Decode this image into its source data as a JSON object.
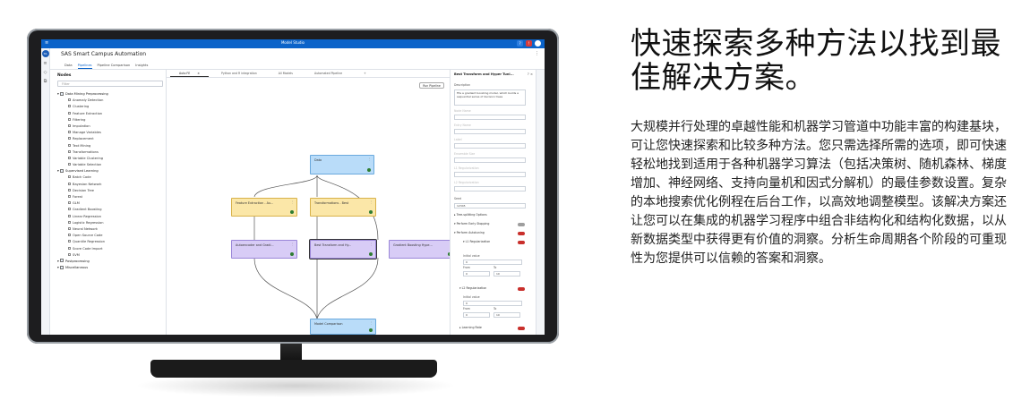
{
  "heading": "快速探索多种方法以找到最佳解决方案。",
  "body": "大规模并行处理的卓越性能和机器学习管道中功能丰富的构建基块，可让您快速探索和比较多种方法。您只需选择所需的选项，即可快速轻松地找到适用于各种机器学习算法（包括决策树、随机森林、梯度增加、神经网络、支持向量机和因式分解机）的最佳参数设置。复杂的本地搜索优化例程在后台工作，以高效地调整模型。该解决方案还让您可以在集成的机器学习程序中组合非结构化和结构化数据，以从新数据类型中获得更有价值的洞察。分析生命周期各个阶段的可重现性为您提供可以信赖的答案和洞察。",
  "app": {
    "window_title": "Model Studio",
    "menu_glyph": "≡",
    "project_title": "SAS Smart Campus Automation",
    "more_glyph": "⋮",
    "avatar": "SS",
    "top_icons": [
      "?",
      "!",
      "●"
    ],
    "rail_icons": [
      "≡",
      "◇",
      "⧉"
    ],
    "tabs": [
      {
        "label": "Data",
        "active": false
      },
      {
        "label": "Pipelines",
        "active": true
      },
      {
        "label": "Pipeline Comparison",
        "active": false
      },
      {
        "label": "Insights",
        "active": false
      }
    ]
  },
  "nodes_panel": {
    "title": "Nodes",
    "search_placeholder": "Filter",
    "groups": [
      {
        "label": "Data Mining Preprocessing",
        "items": [
          "Anomaly Detection",
          "Clustering",
          "Feature Extraction",
          "Filtering",
          "Imputation",
          "Manage Variables",
          "Replacement",
          "Text Mining",
          "Transformations",
          "Variable Clustering",
          "Variable Selection"
        ]
      },
      {
        "label": "Supervised Learning",
        "items": [
          "Batch Code",
          "Bayesian Network",
          "Decision Tree",
          "Forest",
          "GLM",
          "Gradient Boosting",
          "Linear Regression",
          "Logistic Regression",
          "Neural Network",
          "Open Source Code",
          "Quantile Regression",
          "Score Code Import",
          "SVM"
        ]
      },
      {
        "label": "Postprocessing",
        "items": []
      },
      {
        "label": "Miscellaneous",
        "items": []
      }
    ]
  },
  "canvas": {
    "tabs": [
      {
        "label": "Auto FE",
        "active": true
      },
      {
        "label": "Python and R integration",
        "active": false
      },
      {
        "label": "All Models",
        "active": false
      },
      {
        "label": "Automated Pipeline",
        "active": false
      }
    ],
    "tab_close": "×",
    "add_tab": "+",
    "run_button": "Run Pipeline",
    "node_menu_glyph": "⋮",
    "nodes": {
      "data": "Data",
      "feature": "Feature Extraction - Au...",
      "transform": "Transformations - Best",
      "autoencoder": "Autoencoder and Gradi...",
      "besttransform": "Best Transform and Hy...",
      "gradient": "Gradient Boosting Hype...",
      "comparison": "Model Comparison"
    }
  },
  "properties": {
    "title": "Best Transform and Hyper Tuni...",
    "close": "×",
    "help": "?",
    "description_label": "Description",
    "description": "Fits a gradient boosting model, which builds a sequential series of decision trees",
    "blank_labels": [
      "Node Name",
      "Entry Name",
      "Label",
      "Ensemble Size",
      "L1 Regularization",
      "L2 Regularization"
    ],
    "seed_label": "Seed",
    "seed_value": "12345",
    "rows": [
      {
        "label": "Tree-splitting Options",
        "indent": 0,
        "toggle": ""
      },
      {
        "label": "Perform Early Stopping",
        "indent": 0,
        "toggle": "off"
      },
      {
        "label": "Perform Autotuning",
        "indent": 0,
        "toggle": "on"
      },
      {
        "label": "L1 Regularization",
        "indent": 1,
        "toggle": "on"
      }
    ],
    "initial_value_label": "Initial value",
    "initial_value": "0",
    "from_label": "From",
    "to_label": "To",
    "from_value": "0",
    "to_value": "10",
    "l2_label": "L2 Regularization",
    "initial_value2": "0",
    "from_value2": "0",
    "to_value2": "10",
    "learning_rate_label": "Learning Rate"
  }
}
